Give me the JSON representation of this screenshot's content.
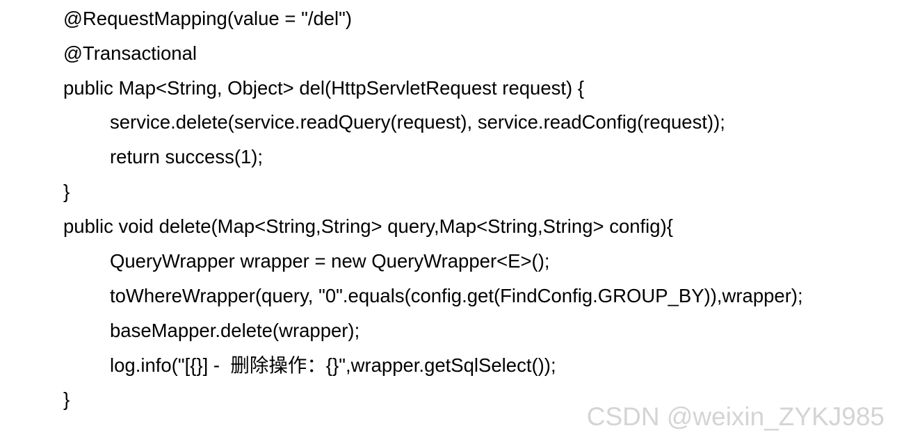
{
  "code": {
    "lines": [
      {
        "text": "@RequestMapping(value = \"/del\")"
      },
      {
        "text": "@Transactional"
      },
      {
        "text": "public Map<String, Object> del(HttpServletRequest request) {"
      },
      {
        "text": "service.delete(service.readQuery(request), service.readConfig(request));"
      },
      {
        "text": "return success(1);"
      },
      {
        "text": "}"
      },
      {
        "text": "public void delete(Map<String,String> query,Map<String,String> config){"
      },
      {
        "text": "QueryWrapper wrapper = new QueryWrapper<E>();"
      },
      {
        "text": "toWhereWrapper(query, \"0\".equals(config.get(FindConfig.GROUP_BY)),wrapper);"
      },
      {
        "text": "baseMapper.delete(wrapper);"
      },
      {
        "text": "log.info(\"[{}] -  删除操作：{}\",wrapper.getSqlSelect());"
      },
      {
        "text": "}"
      }
    ]
  },
  "watermark": {
    "text": "CSDN @weixin_ZYKJ985"
  }
}
